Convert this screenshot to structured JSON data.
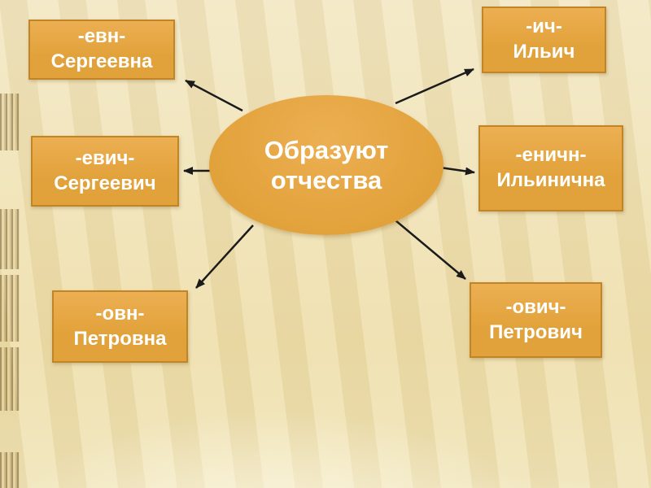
{
  "colors": {
    "background": "#F2E7C4",
    "node_fill": "#E2A23B",
    "node_fill_light": "#ECAF52",
    "node_border": "#C08527",
    "node_text": "#FFFFFF",
    "arrow_color": "#1B1B1B"
  },
  "center": {
    "line1": "Образуют",
    "line2": "отчества"
  },
  "nodes": [
    {
      "suffix": "-евн-",
      "example": "Сергеевна"
    },
    {
      "suffix": "-ич-",
      "example": "Ильич"
    },
    {
      "suffix": "-евич-",
      "example": "Сергеевич"
    },
    {
      "suffix": "-еничн-",
      "example": "Ильинична"
    },
    {
      "suffix": "-овн-",
      "example": "Петровна"
    },
    {
      "suffix": "-ович-",
      "example": "Петрович"
    }
  ]
}
